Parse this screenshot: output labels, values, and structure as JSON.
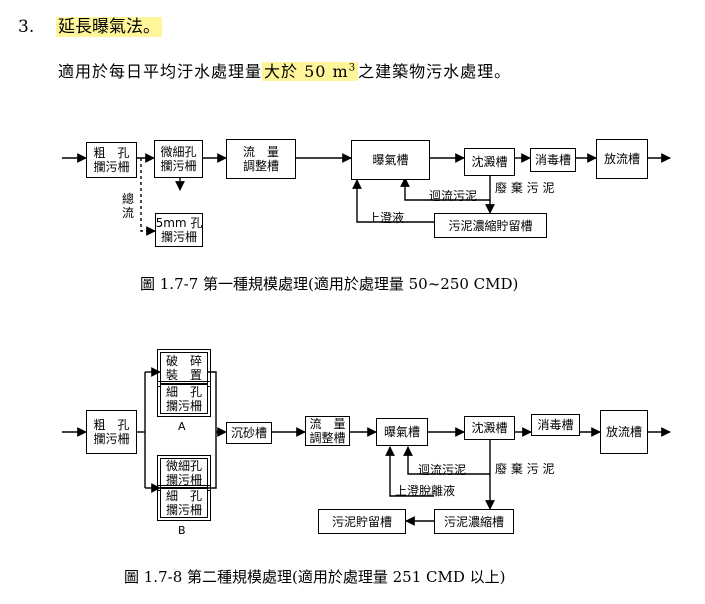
{
  "section": {
    "number": "3.",
    "title": "延長曝氣法。",
    "description_pre": "適用於每日平均汙水處理量",
    "description_hl": "大於 50 m",
    "description_sup": "3",
    "description_post": "之建築物污水處理。"
  },
  "diagram1": {
    "boxes": {
      "coarse_screen": "粗　孔\n攔污柵",
      "fine_screen": "微細孔\n攔污柵",
      "mm_screen": "5mm 孔\n攔污柵",
      "equalization": "流　量\n調整槽",
      "aeration": "曝氣槽",
      "sedimentation": "沈澱槽",
      "disinfection": "消毒槽",
      "discharge": "放流槽",
      "sludge_storage": "污泥濃縮貯留槽"
    },
    "labels": {
      "bypass": "總流",
      "return_sludge": "迴流污泥",
      "waste_sludge": "廢 棄 污 泥",
      "supernatant": "上澄液"
    },
    "caption": "圖 1.7-7 第一種規模處理(適用於處理量 50~250 CMD)"
  },
  "diagram2": {
    "boxes": {
      "coarse_screen": "粗　孔\n攔污柵",
      "crusher": "破　碎\n裝　置",
      "fine_screen_a": "細　孔\n攔污柵",
      "micro_screen": "微細孔\n攔污柵",
      "fine_screen_b": "細　孔\n攔污柵",
      "grit": "沉砂槽",
      "equalization": "流　量\n調整槽",
      "aeration": "曝氣槽",
      "sedimentation": "沈澱槽",
      "disinfection": "消毒槽",
      "discharge": "放流槽",
      "thickener": "污泥濃縮槽",
      "sludge_storage": "污泥貯留槽"
    },
    "labels": {
      "a": "A",
      "b": "B",
      "return_sludge": "迴流污泥",
      "waste_sludge": "廢 棄 污 泥",
      "supernatant": "上澄脫離液"
    },
    "caption": "圖 1.7-8 第二種規模處理(適用於處理量 251 CMD 以上)"
  }
}
